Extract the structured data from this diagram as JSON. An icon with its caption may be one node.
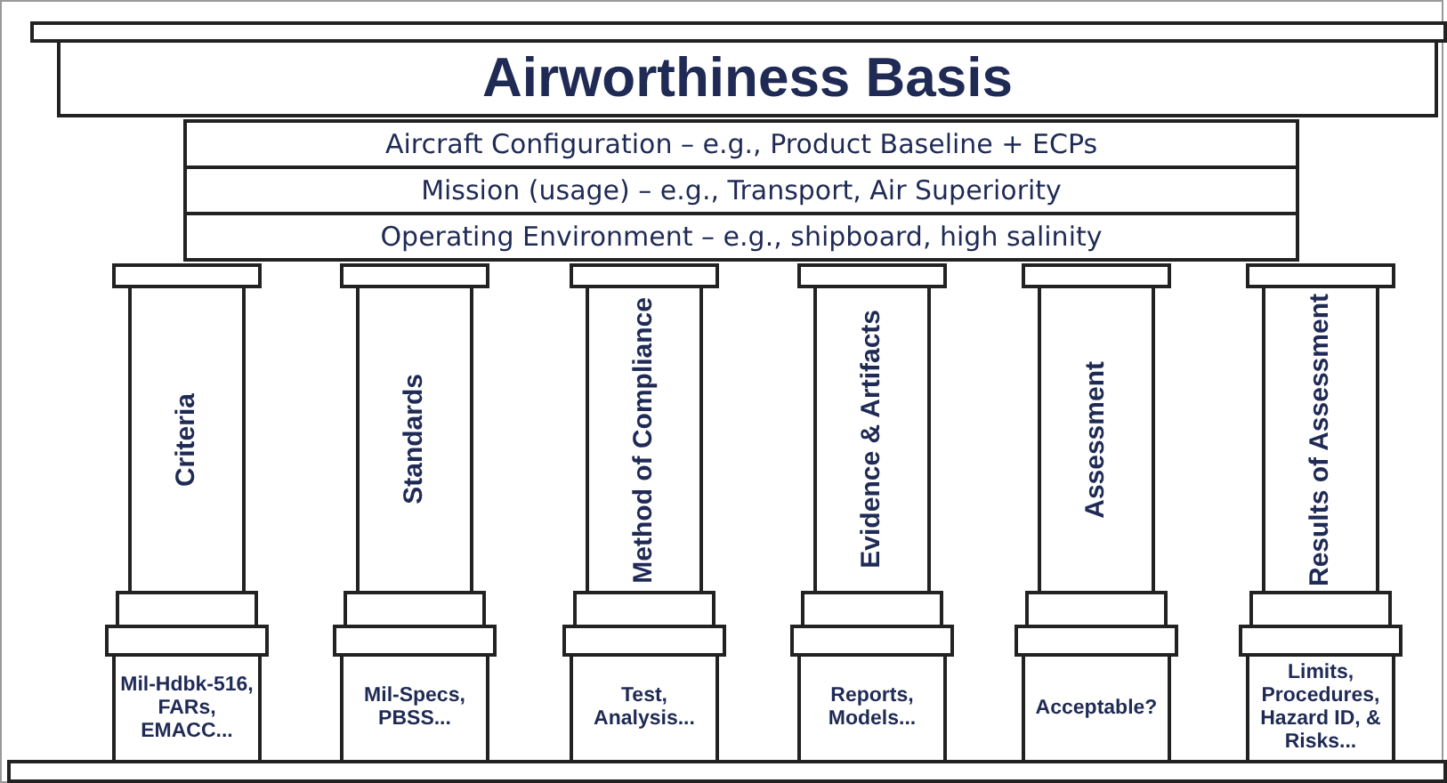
{
  "diagram": {
    "nodes": [
      {
        "text": [
          "Airworthiness Basis"
        ]
      },
      {
        "text": [
          "Aircraft Configuration – e.g., Product Baseline + ECPs"
        ]
      },
      {
        "text": [
          "Mission (usage) – e.g., Transport, Air Superiority"
        ]
      },
      {
        "text": [
          "Operating Environment – e.g., shipboard, high salinity"
        ]
      },
      {
        "text": [
          "Criteria"
        ]
      },
      {
        "text": [
          "Standards"
        ]
      },
      {
        "text": [
          "Method of Compliance"
        ]
      },
      {
        "text": [
          "Evidence & Artifacts"
        ]
      },
      {
        "text": [
          "Assessment"
        ]
      },
      {
        "text": [
          "Results of Assessment"
        ]
      },
      {
        "text": [
          "Mil-Hdbk-516, FARs, EMACC..."
        ]
      },
      {
        "text": [
          "Mil-Specs, PBSS..."
        ]
      },
      {
        "text": [
          "Test, Analysis..."
        ]
      },
      {
        "text": [
          "Reports, Models..."
        ]
      },
      {
        "text": [
          "Acceptable?"
        ]
      },
      {
        "text": [
          "Limits, Procedures, Hazard ID, & Risks..."
        ]
      }
    ],
    "edges": []
  }
}
